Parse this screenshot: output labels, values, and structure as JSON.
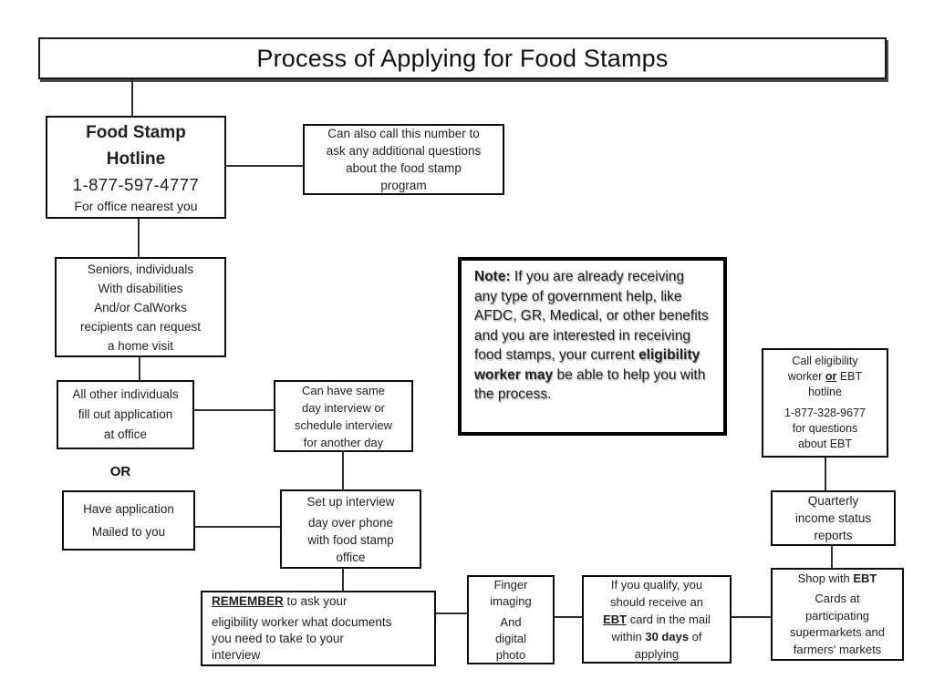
{
  "page": {
    "title": "Process of Applying for Food Stamps",
    "background_color": "#ffffff",
    "border_color": "#000000",
    "connector_color": "#2e2e2e"
  },
  "hotline": {
    "title_lines": [
      "Food Stamp",
      "Hotline"
    ],
    "phone": "1-877-597-4777",
    "note": "For office nearest you"
  },
  "can_also": {
    "lines": [
      "Can also call this number to",
      "ask any additional questions",
      "about the food stamp",
      "program"
    ]
  },
  "seniors": {
    "lines": [
      "Seniors, individuals",
      "With disabilities",
      "And/or CalWorks",
      "recipients can request",
      "a home visit"
    ]
  },
  "note_box": {
    "label": "Note:",
    "seg1": "  If you are already receiving any type of government help, like AFDC, GR, Medical, or other benefits and you are interested in receiving food stamps, your current ",
    "bold": "eligibility worker may",
    "seg2": " be able to help you with the process."
  },
  "all_other": {
    "lines": [
      "All other individuals",
      "fill out application",
      "at office"
    ]
  },
  "can_have": {
    "lines": [
      "Can have same",
      "day interview or",
      "schedule interview",
      "for another day"
    ]
  },
  "or_label": "OR",
  "have_app": {
    "lines": [
      "Have application",
      "Mailed to you"
    ]
  },
  "set_up": {
    "line1": "Set up interview",
    "lines": [
      "day over phone",
      "with food stamp",
      "office"
    ]
  },
  "remember": {
    "bold": "REMEMBER",
    "rest1": " to ask your",
    "lines": [
      "eligibility worker what documents",
      "you need to take to your",
      "interview"
    ]
  },
  "finger": {
    "lines1": [
      "Finger",
      "imaging"
    ],
    "lines2": [
      "And",
      "digital",
      "photo"
    ]
  },
  "qualify": {
    "l1": "If you qualify, you",
    "l2": "should receive an",
    "l3b": "EBT",
    "l3": " card in the mail",
    "l4a": "within ",
    "l4b": "30 days",
    "l4c": " of",
    "l5": "applying"
  },
  "call_elig": {
    "l1": "Call eligibility",
    "l2a": "worker ",
    "l2b": "or",
    "l2c": " EBT",
    "l3": "hotline",
    "phone": "1-877-328-9677",
    "l5": "for questions",
    "l6": "about EBT"
  },
  "quarterly": {
    "lines": [
      "Quarterly",
      "income status",
      "reports"
    ]
  },
  "shop": {
    "l1a": "Shop with ",
    "l1b": "EBT",
    "lines": [
      "Cards at",
      "participating",
      "supermarkets and",
      "farmers' markets"
    ]
  }
}
